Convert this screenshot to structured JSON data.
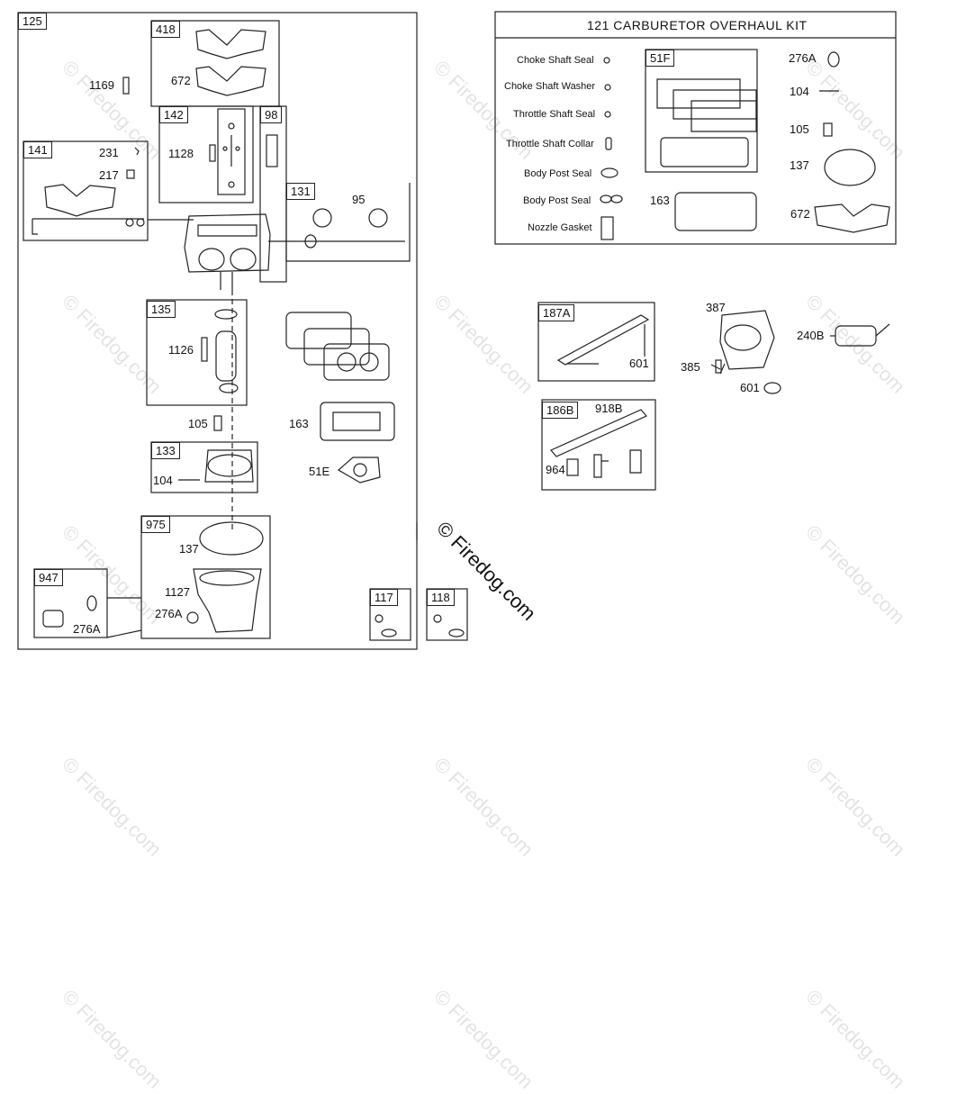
{
  "main_assembly": {
    "tag": "125",
    "parts": {
      "p418": "418",
      "p672": "672",
      "p1169": "1169",
      "p142": "142",
      "p1128": "1128",
      "p98": "98",
      "p141": "141",
      "p231": "231",
      "p217": "217",
      "p131": "131",
      "p95": "95",
      "p135": "135",
      "p1126": "1126",
      "p105": "105",
      "p163": "163",
      "p133": "133",
      "p104": "104",
      "p51e": "51E",
      "p975": "975",
      "p137": "137",
      "p1127": "1127",
      "p276a": "276A",
      "p947": "947",
      "p276a_b": "276A"
    }
  },
  "singles": {
    "p117": "117",
    "p118": "118"
  },
  "kit": {
    "title": "121 CARBURETOR OVERHAUL KIT",
    "items": [
      "Choke Shaft Seal",
      "Choke Shaft Washer",
      "Throttle Shaft Seal",
      "Throttle Shaft Collar",
      "Body Post Seal",
      "Body Post Seal",
      "Nozzle Gasket"
    ],
    "parts": {
      "p51f": "51F",
      "p163": "163",
      "p276a": "276A",
      "p104": "104",
      "p105": "105",
      "p137": "137",
      "p672": "672"
    }
  },
  "fuel": {
    "p187a": "187A",
    "p601": "601",
    "p387": "387",
    "p385": "385",
    "p601b": "601",
    "p240b": "240B",
    "p186b": "186B",
    "p918b": "918B",
    "p964": "964"
  },
  "watermark": {
    "text": "© Firedog.com"
  }
}
